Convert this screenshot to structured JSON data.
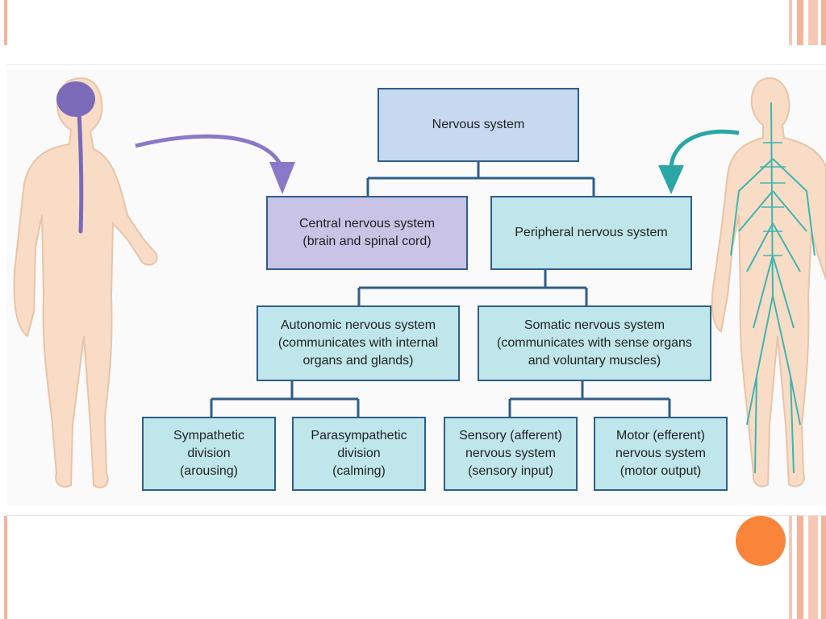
{
  "diagram": {
    "root": {
      "lines": [
        "Nervous system"
      ]
    },
    "central": {
      "lines": [
        "Central nervous system",
        "(brain and spinal cord)"
      ]
    },
    "peripheral": {
      "lines": [
        "Peripheral nervous system"
      ]
    },
    "autonomic": {
      "lines": [
        "Autonomic nervous system",
        "(communicates with internal",
        "organs and glands)"
      ]
    },
    "somatic": {
      "lines": [
        "Somatic nervous system",
        "(communicates with sense organs",
        "and voluntary muscles)"
      ]
    },
    "sympathetic": {
      "lines": [
        "Sympathetic",
        "division",
        "(arousing)"
      ]
    },
    "parasympathetic": {
      "lines": [
        "Parasympathetic",
        "division",
        "(calming)"
      ]
    },
    "sensory": {
      "lines": [
        "Sensory (afferent)",
        "nervous system",
        "(sensory input)"
      ]
    },
    "motor": {
      "lines": [
        "Motor (efferent)",
        "nervous system",
        "(motor output)"
      ]
    }
  },
  "colors": {
    "root_box": "#c6d9f1",
    "central_box": "#c9c3e6",
    "peripheral_boxes": "#bfe6eb",
    "box_border": "#2f5e8a",
    "arrow_purple": "#8a78c9",
    "arrow_teal": "#2aa6a6",
    "slide_accent": "#f4b39a",
    "orange_circle": "#f9843a",
    "skin": "#f8dcc6"
  },
  "icons": {
    "left_figure": "human-body-cns-icon",
    "right_figure": "human-body-pns-icon"
  }
}
